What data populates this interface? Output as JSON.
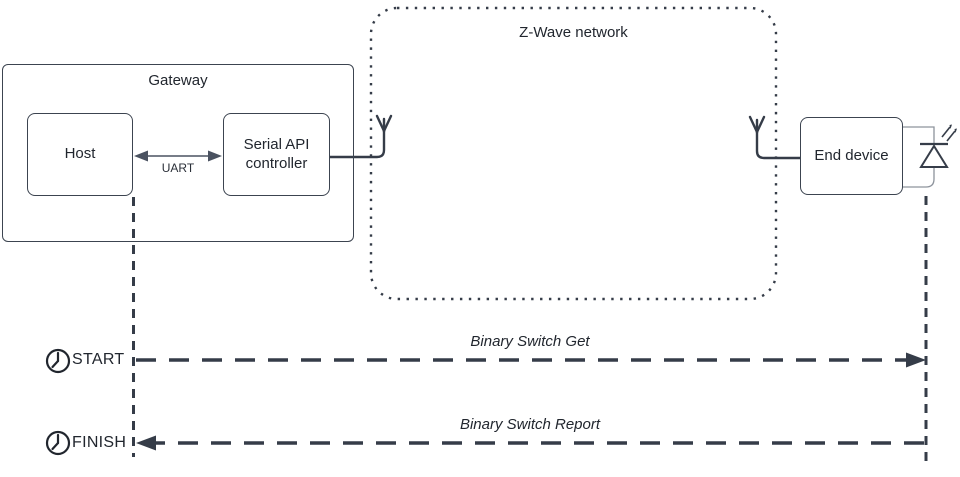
{
  "diagram": {
    "title_gateway": "Gateway",
    "host_label": "Host",
    "serial_api_label": "Serial API controller",
    "uart_label": "UART",
    "zwave_label": "Z-Wave network",
    "end_device_label": "End device",
    "start_label": "START",
    "finish_label": "FINISH",
    "message_get": "Binary Switch Get",
    "message_report": "Binary Switch Report"
  },
  "icons": {
    "clock_start": "clock-icon",
    "clock_finish": "clock-icon",
    "antenna_left": "antenna-icon",
    "antenna_right": "antenna-icon",
    "led": "led-icon"
  },
  "colors": {
    "line": "#353c48",
    "text": "#21262e",
    "thin_wire": "#8d939c",
    "background": "#ffffff"
  }
}
